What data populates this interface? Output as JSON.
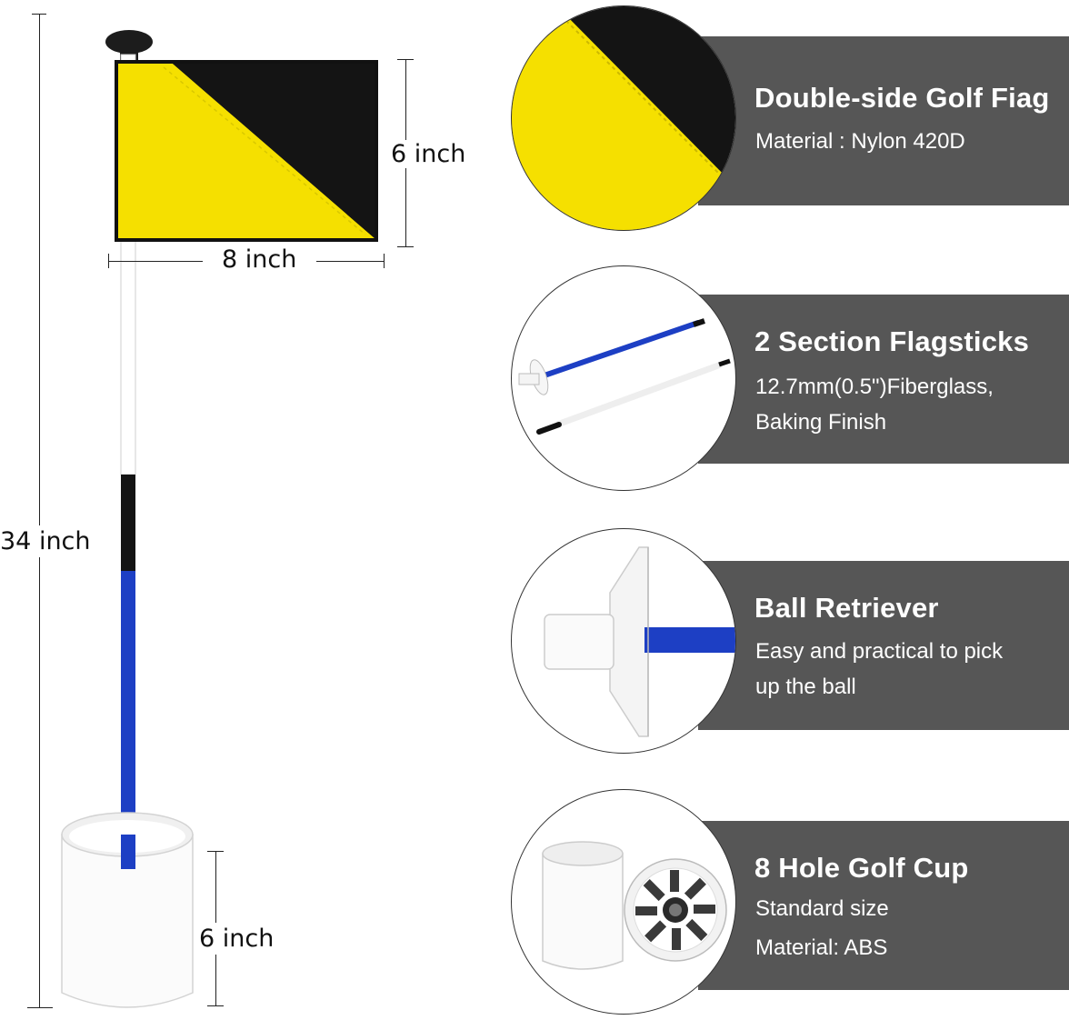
{
  "dimensions": {
    "flag_height": "6 inch",
    "flag_width": "8 inch",
    "total_height": "34 inch",
    "cup_height": "6 inch"
  },
  "features": [
    {
      "title": "Double-side Golf Fiag",
      "lines": [
        "Material : Nylon 420D"
      ],
      "icon": "flag-closeup-icon"
    },
    {
      "title": "2 Section Flagsticks",
      "lines": [
        "12.7mm(0.5\")Fiberglass,",
        "Baking Finish"
      ],
      "icon": "flagstick-sections-icon"
    },
    {
      "title": "Ball Retriever",
      "lines": [
        "Easy and practical to pick",
        "up the ball"
      ],
      "icon": "ball-retriever-icon"
    },
    {
      "title": "8 Hole Golf Cup",
      "lines": [
        "Standard size",
        "Material: ABS"
      ],
      "icon": "golf-cup-icon"
    }
  ],
  "colors": {
    "flag_yellow": "#f5e000",
    "flag_black": "#141414",
    "stick_blue": "#1d3fc4",
    "panel_gray": "#565656"
  }
}
